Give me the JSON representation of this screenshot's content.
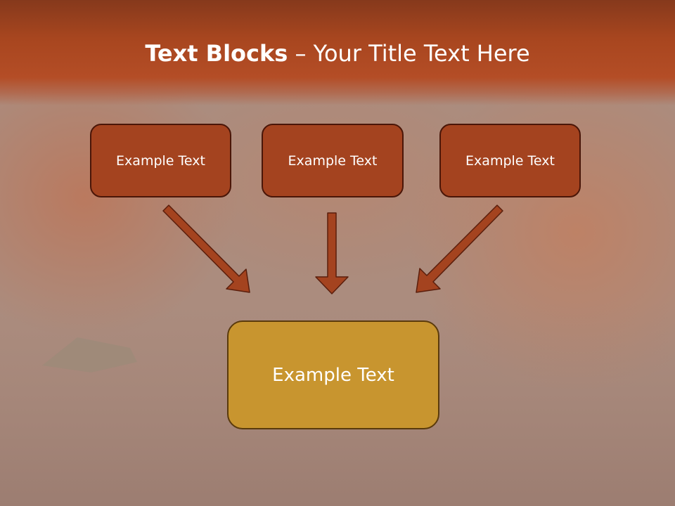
{
  "slide": {
    "title_bold": "Text Blocks",
    "title_rest": " – Your Title Text Here"
  },
  "blocks": [
    {
      "label": "Example Text"
    },
    {
      "label": "Example Text"
    },
    {
      "label": "Example Text"
    }
  ],
  "target_block": {
    "label": "Example Text"
  },
  "colors": {
    "header": "#a8461f",
    "block_fill": "#a4431f",
    "block_border": "#4a1608",
    "target_fill": "#c8952f",
    "arrow_fill": "#a4431f"
  }
}
